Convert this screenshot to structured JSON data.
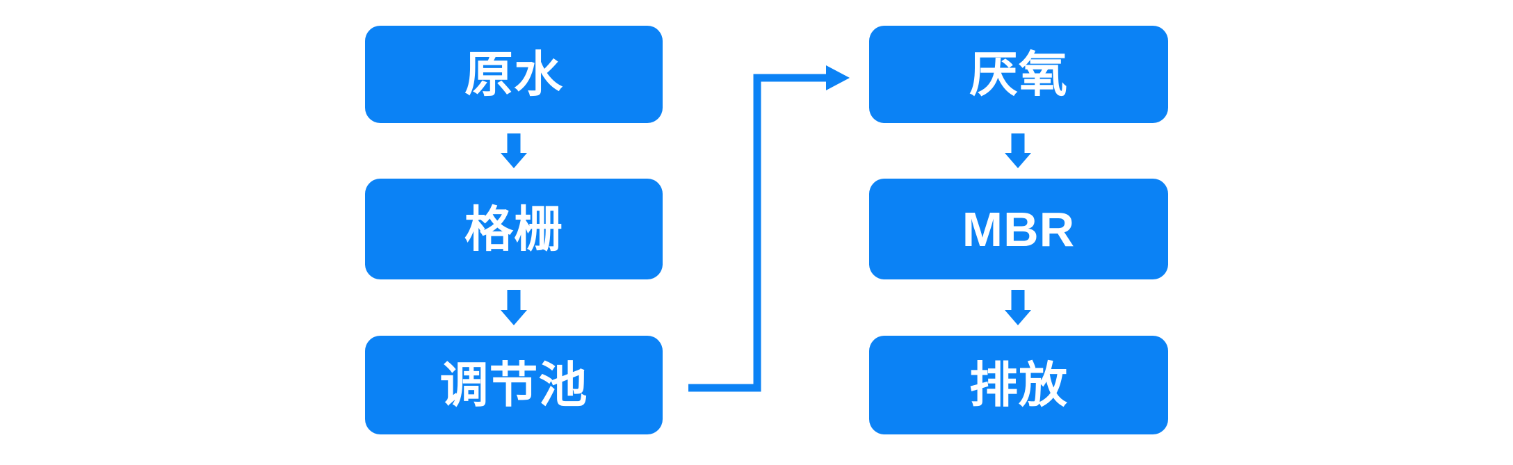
{
  "diagram": {
    "colors": {
      "accent": "#0b82f5",
      "node_text": "#ffffff",
      "background": "#ffffff"
    },
    "nodes": [
      {
        "id": "raw-water",
        "label": "原水"
      },
      {
        "id": "bar-screen",
        "label": "格栅"
      },
      {
        "id": "regulating-tank",
        "label": "调节池"
      },
      {
        "id": "anaerobic",
        "label": "厌氧"
      },
      {
        "id": "mbr",
        "label": "MBR"
      },
      {
        "id": "discharge",
        "label": "排放"
      }
    ],
    "flows": [
      {
        "from": "raw-water",
        "to": "bar-screen"
      },
      {
        "from": "bar-screen",
        "to": "regulating-tank"
      },
      {
        "from": "regulating-tank",
        "to": "anaerobic"
      },
      {
        "from": "anaerobic",
        "to": "mbr"
      },
      {
        "from": "mbr",
        "to": "discharge"
      }
    ]
  }
}
